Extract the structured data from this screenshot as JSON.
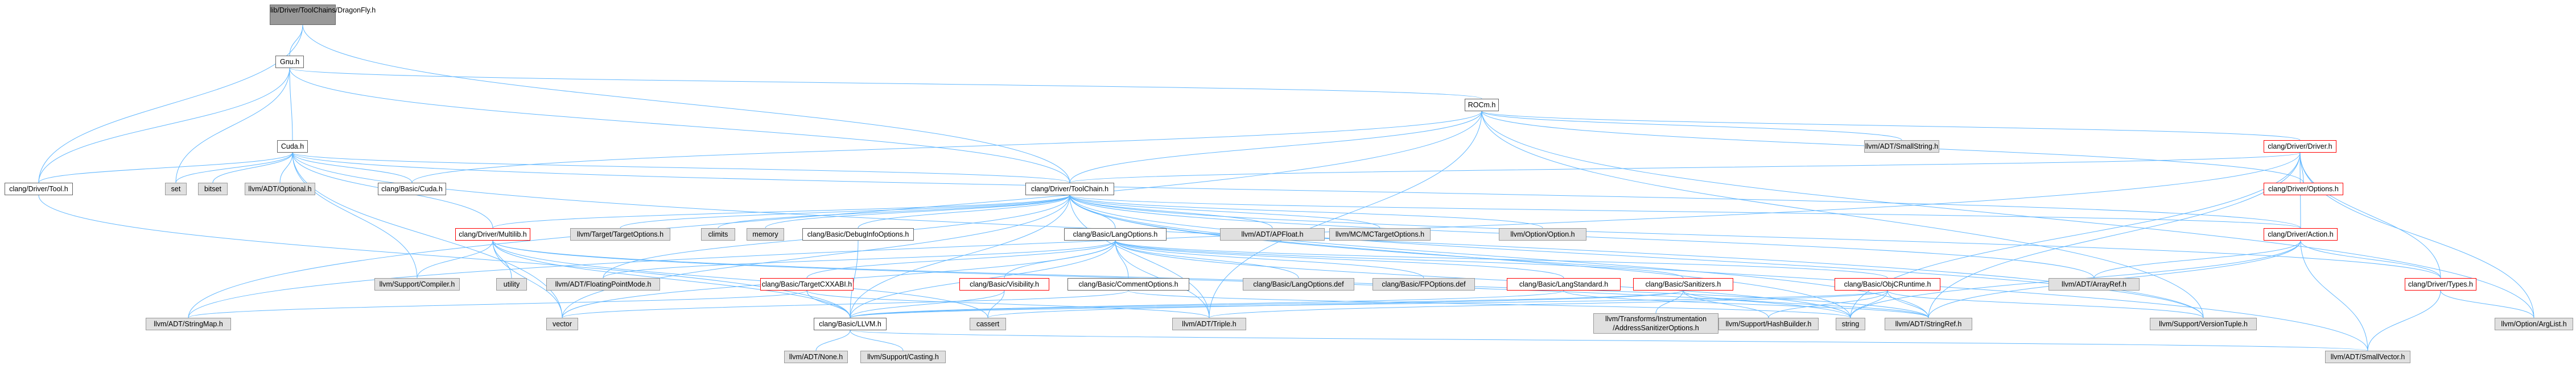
{
  "nodes": {
    "root": {
      "label": "lib/Driver/ToolChains/DragonFly.h"
    },
    "gnu_h": {
      "label": "Gnu.h"
    },
    "rocm_h": {
      "label": "ROCm.h"
    },
    "cuda_h": {
      "label": "Cuda.h"
    },
    "driver_tool_h": {
      "label": "clang/Driver/Tool.h"
    },
    "set": {
      "label": "set"
    },
    "bitset": {
      "label": "bitset"
    },
    "llvm_optional": {
      "label": "llvm/ADT/Optional.h"
    },
    "basic_cuda": {
      "label": "clang/Basic/Cuda.h"
    },
    "toolchain_h": {
      "label": "clang/Driver/ToolChain.h"
    },
    "smallstring": {
      "label": "llvm/ADT/SmallString.h"
    },
    "driver_h": {
      "label": "clang/Driver/Driver.h"
    },
    "options_h": {
      "label": "clang/Driver/Options.h"
    },
    "multilib_h": {
      "label": "clang/Driver/Multilib.h"
    },
    "target_options": {
      "label": "llvm/Target/TargetOptions.h"
    },
    "climits": {
      "label": "climits"
    },
    "memory": {
      "label": "memory"
    },
    "debuginfo": {
      "label": "clang/Basic/DebugInfoOptions.h"
    },
    "langoptions_h": {
      "label": "clang/Basic/LangOptions.h"
    },
    "apfloat": {
      "label": "llvm/ADT/APFloat.h"
    },
    "mctarget": {
      "label": "llvm/MC/MCTargetOptions.h"
    },
    "option_h": {
      "label": "llvm/Option/Option.h"
    },
    "action_h": {
      "label": "clang/Driver/Action.h"
    },
    "types_h": {
      "label": "clang/Driver/Types.h"
    },
    "support_compiler": {
      "label": "llvm/Support/Compiler.h"
    },
    "utility": {
      "label": "utility"
    },
    "floatingpoint": {
      "label": "llvm/ADT/FloatingPointMode.h"
    },
    "targetcxxabi": {
      "label": "clang/Basic/TargetCXXABI.h"
    },
    "visibility": {
      "label": "clang/Basic/Visibility.h"
    },
    "commentoptions": {
      "label": "clang/Basic/CommentOptions.h"
    },
    "langoptions_def": {
      "label": "clang/Basic/LangOptions.def"
    },
    "fpoptions_def": {
      "label": "clang/Basic/FPOptions.def"
    },
    "langstandard": {
      "label": "clang/Basic/LangStandard.h"
    },
    "sanitizers": {
      "label": "clang/Basic/Sanitizers.h"
    },
    "objcruntime": {
      "label": "clang/Basic/ObjCRuntime.h"
    },
    "arrayref": {
      "label": "llvm/ADT/ArrayRef.h"
    },
    "stringmap": {
      "label": "llvm/ADT/StringMap.h"
    },
    "vector": {
      "label": "vector"
    },
    "basic_llvm": {
      "label": "clang/Basic/LLVM.h"
    },
    "cassert": {
      "label": "cassert"
    },
    "triple": {
      "label": "llvm/ADT/Triple.h"
    },
    "sanitizeroptions": {
      "label": "llvm/Transforms/Instrumentation\n/AddressSanitizerOptions.h"
    },
    "hashbuilder": {
      "label": "llvm/Support/HashBuilder.h"
    },
    "string": {
      "label": "string"
    },
    "stringref": {
      "label": "llvm/ADT/StringRef.h"
    },
    "versiontuple": {
      "label": "llvm/Support/VersionTuple.h"
    },
    "arglist": {
      "label": "llvm/Option/ArgList.h"
    },
    "none_h": {
      "label": "llvm/ADT/None.h"
    },
    "casting": {
      "label": "llvm/Support/Casting.h"
    },
    "smallvector": {
      "label": "llvm/ADT/SmallVector.h"
    }
  },
  "colors": {
    "edge": "#63b8ff",
    "edge_dark": "#404040",
    "root_fill": "#999999",
    "system_fill": "#e0e0e0",
    "red_border": "#ff0000"
  }
}
